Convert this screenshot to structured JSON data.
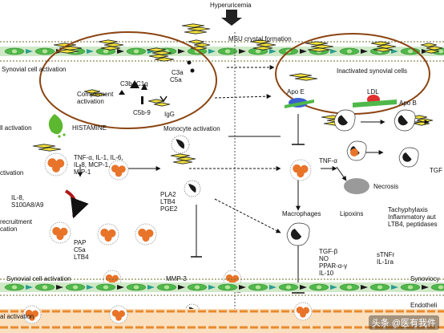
{
  "colors": {
    "membrane_yellow": "#e8d95a",
    "membrane_dots": "#6b6b2a",
    "synovial_green": "#4fb84a",
    "cell_teal": "#2a9d8f",
    "cell_dark": "#1a1a1a",
    "oval_brown": "#8b4513",
    "neutrophil_orange": "#e8742a",
    "endothelial_orange": "#e88a2e",
    "histamine_green": "#5cb82e",
    "ldl_red": "#e03030",
    "apo_e_blue": "#3a5fd0",
    "crystal_yellow": "#f2e23a"
  },
  "labels": {
    "hyperuricemia": "Hyperuricemia",
    "msu_crystal_formation": "MSU crystal formation",
    "synovial_cell_activation_top": "Synovial cell activation",
    "c3a": "C3a",
    "c5a_top": "C5a",
    "c3b": "C3b",
    "c1q": "C1q",
    "complement_activation": "Complement\nactivation",
    "c5b9": "C5b-9",
    "igg": "IgG",
    "inactivated_synovial_cells": "Inactivated synovial cells",
    "apo_e": "Apo E",
    "ldl": "LDL",
    "apo_b": "Apo B",
    "cell_activation": "ll activation",
    "histamine": "HISTAMINE",
    "monocyte_activation": "Monocyte activation",
    "activation_left": "ctivation",
    "cytokines": "TNF-α, IL-1, IL-6,\nIL-8, MCP-1,\nMIP-1",
    "tnf_alpha": "TNF-α",
    "necrosis": "Necrosis",
    "tgf_right": "TGF",
    "il8_s100": "IL-8,\nS100A8/A9",
    "recruitment": "recruitment\ncation",
    "pla2_group": "PLA2\nLTB4\nPGE2",
    "macrophages": "Macrophages",
    "lipoxins": "Lipoxins",
    "tachyphylaxis": "Tachyphylaxis\nInflammatory aut\nLTB4, peptidases",
    "pap_group": "PAP\nC5a\nLTB4",
    "tgf_group": "TGF-β\nNO\nPPAR-α-γ\nIL-10",
    "stnfr_group": "sTNFr\nIL-1ra",
    "synovial_cell_activation_bottom": "Synovial cell activation",
    "mmp3": "MMP-3",
    "synoviocy": "Synoviocy",
    "endotheli": "Endotheli",
    "endothelial_activation": "al activation",
    "watermark": "头条 @医有我件"
  }
}
